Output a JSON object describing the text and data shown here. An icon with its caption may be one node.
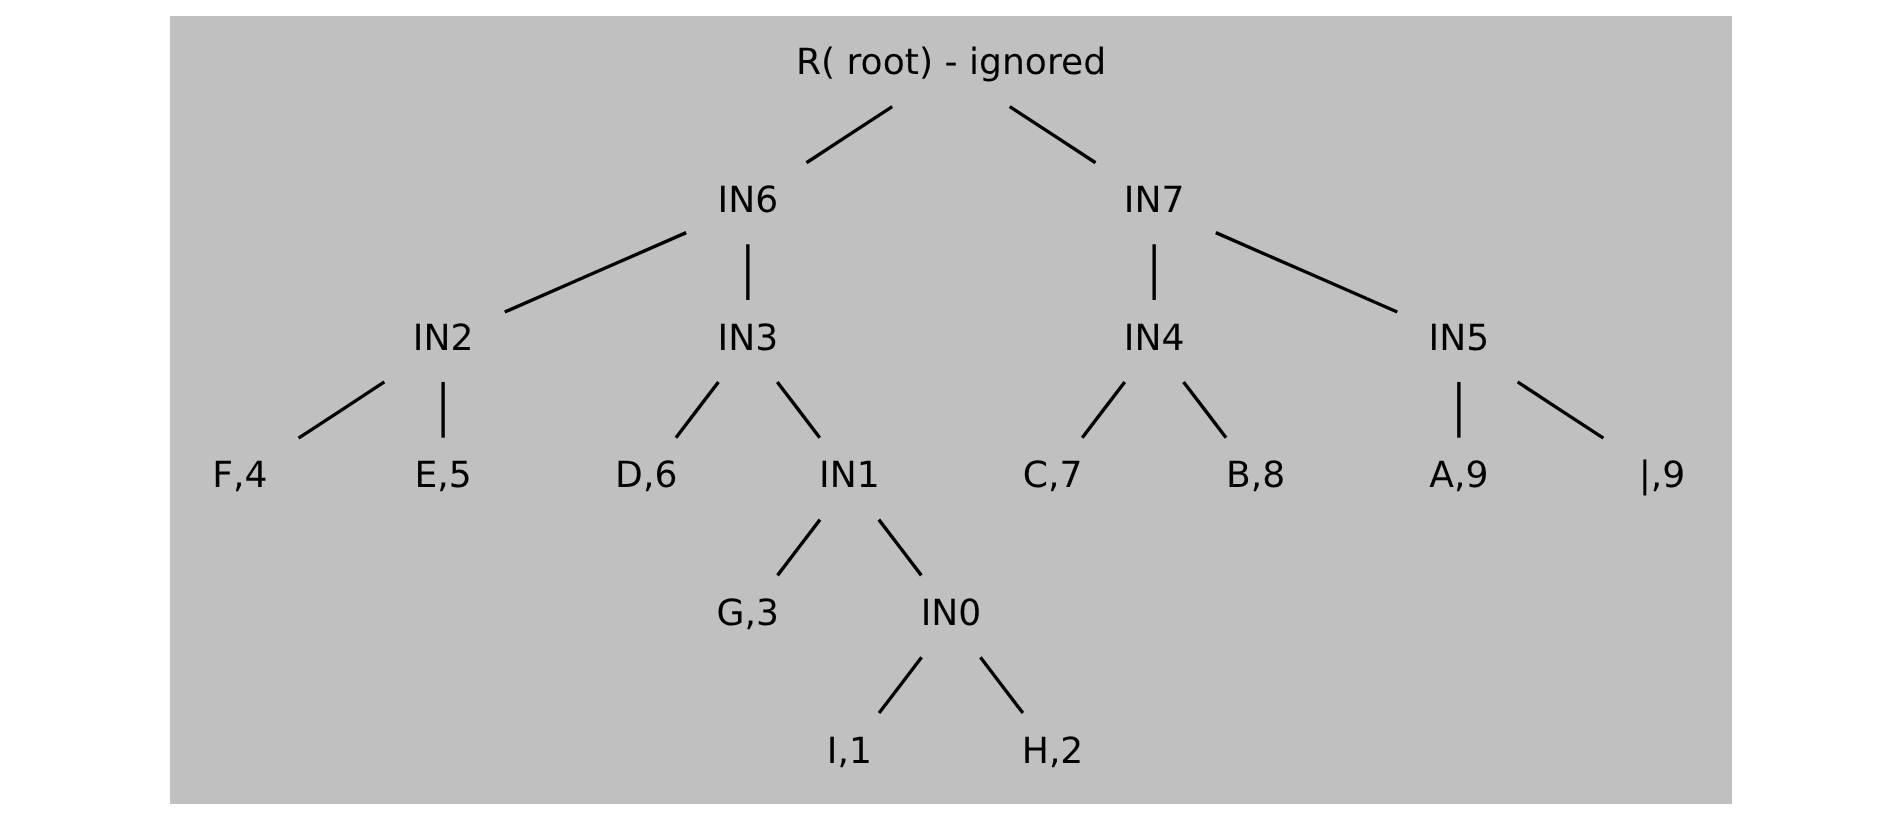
{
  "diagram": {
    "nodes": [
      {
        "text": [
          "R( root) - ignored"
        ]
      },
      {
        "text": [
          "IN6"
        ]
      },
      {
        "text": [
          "IN7"
        ]
      },
      {
        "text": [
          "IN2"
        ]
      },
      {
        "text": [
          "IN3"
        ]
      },
      {
        "text": [
          "IN4"
        ]
      },
      {
        "text": [
          "IN5"
        ]
      },
      {
        "text": [
          "F,4"
        ]
      },
      {
        "text": [
          "E,5"
        ]
      },
      {
        "text": [
          "D,6"
        ]
      },
      {
        "text": [
          "IN1"
        ]
      },
      {
        "text": [
          "C,7"
        ]
      },
      {
        "text": [
          "B,8"
        ]
      },
      {
        "text": [
          "A,9"
        ]
      },
      {
        "text": [
          "|,9"
        ]
      },
      {
        "text": [
          "G,3"
        ]
      },
      {
        "text": [
          "IN0"
        ]
      },
      {
        "text": [
          "I,1"
        ]
      },
      {
        "text": [
          "H,2"
        ]
      }
    ],
    "edges": [
      {
        "from": 0,
        "to": 1,
        "arrow": "none"
      },
      {
        "from": 0,
        "to": 2,
        "arrow": "none"
      },
      {
        "from": 1,
        "to": 3,
        "arrow": "none"
      },
      {
        "from": 1,
        "to": 4,
        "arrow": "none"
      },
      {
        "from": 3,
        "to": 7,
        "arrow": "none"
      },
      {
        "from": 3,
        "to": 8,
        "arrow": "none"
      },
      {
        "from": 4,
        "to": 9,
        "arrow": "none"
      },
      {
        "from": 4,
        "to": 10,
        "arrow": "none"
      },
      {
        "from": 10,
        "to": 15,
        "arrow": "none"
      },
      {
        "from": 10,
        "to": 16,
        "arrow": "none"
      },
      {
        "from": 16,
        "to": 17,
        "arrow": "none"
      },
      {
        "from": 16,
        "to": 18,
        "arrow": "none"
      },
      {
        "from": 2,
        "to": 5,
        "arrow": "none"
      },
      {
        "from": 2,
        "to": 6,
        "arrow": "none"
      },
      {
        "from": 5,
        "to": 11,
        "arrow": "none"
      },
      {
        "from": 5,
        "to": 12,
        "arrow": "none"
      },
      {
        "from": 6,
        "to": 13,
        "arrow": "none"
      },
      {
        "from": 6,
        "to": 14,
        "arrow": "none"
      }
    ]
  }
}
